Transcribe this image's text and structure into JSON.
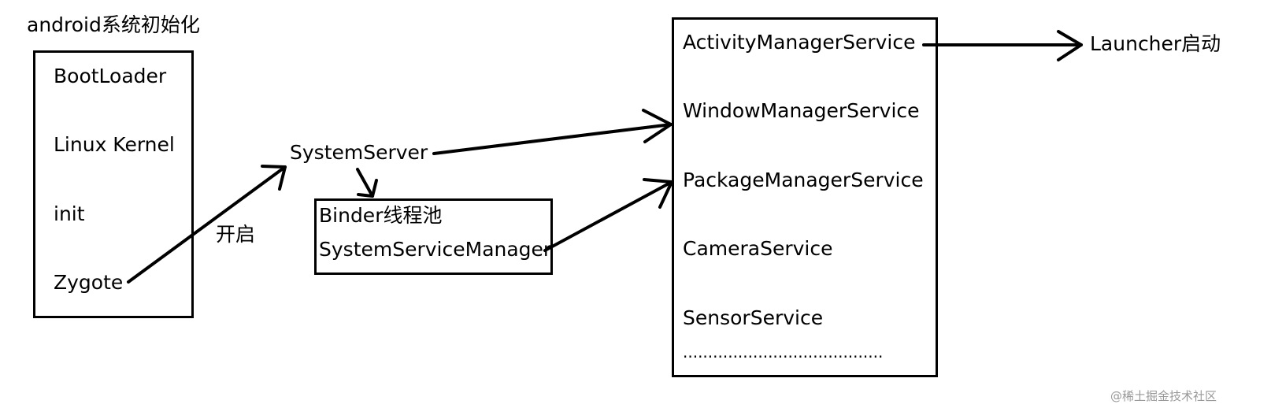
{
  "title": "android系统初始化",
  "boot_stack": {
    "items": [
      "BootLoader",
      "Linux Kernel",
      "init",
      "Zygote"
    ]
  },
  "edge_label_start": "开启",
  "system_server": "SystemServer",
  "binder_box": {
    "line1": "Binder线程池",
    "line2": "SystemServiceManager"
  },
  "services": {
    "items": [
      "ActivityManagerService",
      "WindowManagerService",
      "PackageManagerService",
      "CameraService",
      "SensorService"
    ],
    "ellipsis": "........................................"
  },
  "launcher": "Launcher启动",
  "watermark": "@稀土掘金技术社区"
}
